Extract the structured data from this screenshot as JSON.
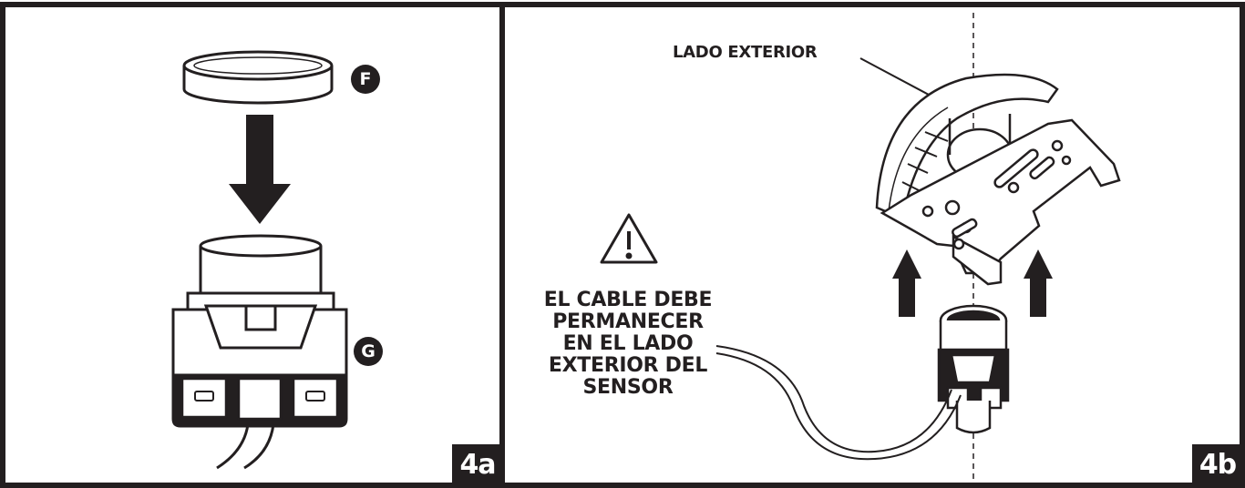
{
  "panel_a": {
    "label": "4a",
    "part_f_label": "F",
    "part_g_label": "G"
  },
  "panel_b": {
    "label": "4b",
    "outside_label": "LADO EXTERIOR",
    "warning_lines": [
      "EL CABLE DEBE",
      "PERMANECER",
      "EN EL LADO",
      "EXTERIOR DEL",
      "SENSOR"
    ]
  },
  "colors": {
    "ink": "#231f20",
    "background": "#ffffff"
  },
  "icons": [
    "warning-triangle-icon",
    "arrow-down-icon",
    "arrow-up-icon"
  ]
}
